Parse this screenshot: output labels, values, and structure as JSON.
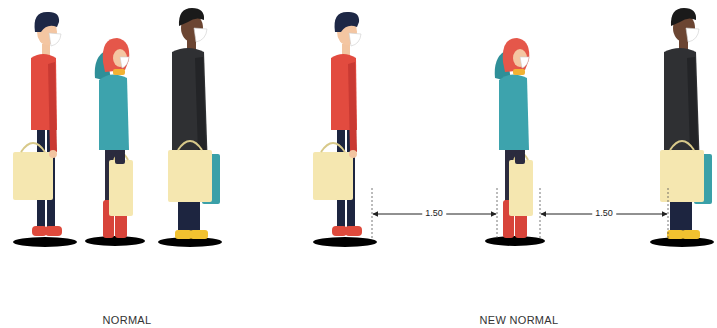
{
  "diagram": {
    "labels": [
      "1.50",
      "1.50",
      "NORMAL",
      "NEW NORMAL"
    ]
  }
}
